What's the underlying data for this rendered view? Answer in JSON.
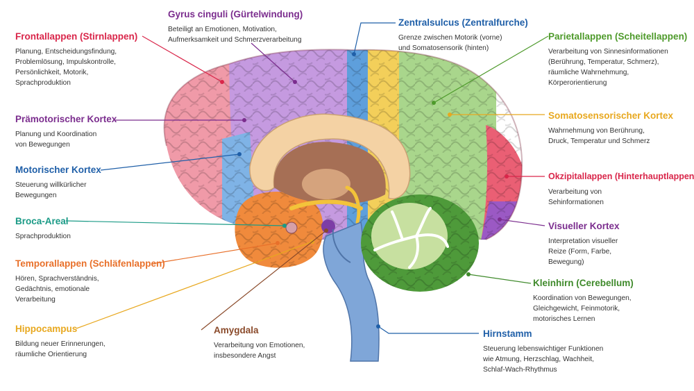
{
  "labels": {
    "frontal": {
      "title": "Frontallappen (Stirnlappen)",
      "desc": "Planung, Entscheidungsfindung,\nProblemlösung, Impulskontrolle,\nPersönlichkeit, Motorik,\nSprachproduktion",
      "color": "#d9264a"
    },
    "cingulate": {
      "title": "Gyrus cinguli (Gürtelwindung)",
      "desc": "Beteiligt an Emotionen, Motivation,\nAufmerksamkeit und Schmerzverarbeitung",
      "color": "#7b2d8e"
    },
    "central": {
      "title": "Zentralsulcus (Zentralfurche)",
      "desc": "Grenze zwischen Motorik (vorne)\nund Somatosensorik (hinten)",
      "color": "#1f5fa8"
    },
    "parietal": {
      "title": "Parietallappen (Scheitellappen)",
      "desc": "Verarbeitung von Sinnesinformationen\n(Berührung, Temperatur, Schmerz),\nräumliche Wahrnehmung,\nKörperorientierung",
      "color": "#4e9a2b"
    },
    "premotor": {
      "title": "Prämotorischer Kortex",
      "desc": "Planung und Koordination\nvon Bewegungen",
      "color": "#7b2d8e"
    },
    "somato": {
      "title": "Somatosensorischer Kortex",
      "desc": "Wahrnehmung von Berührung,\nDruck, Temperatur und Schmerz",
      "color": "#e8a81f"
    },
    "motor": {
      "title": "Motorischer Kortex",
      "desc": "Steuerung willkürlicher\nBewegungen",
      "color": "#1f5fa8"
    },
    "occipital": {
      "title": "Okzipitallappen (Hinterhauptlappen)",
      "desc": "Verarbeitung von\nSehinformationen",
      "color": "#d9264a"
    },
    "broca": {
      "title": "Broca-Areal",
      "desc": "Sprachproduktion",
      "color": "#1a9a86"
    },
    "visual": {
      "title": "Visueller Kortex",
      "desc": "Interpretation visueller\nReize (Form, Farbe,\nBewegung)",
      "color": "#7b2d8e"
    },
    "temporal": {
      "title": "Temporallappen (Schläfenlappen)",
      "desc": "Hören, Sprachverständnis,\nGedächtnis, emotionale\nVerarbeitung",
      "color": "#e8702a"
    },
    "cerebellum": {
      "title": "Kleinhirn (Cerebellum)",
      "desc": "Koordination von Bewegungen,\nGleichgewicht, Feinmotorik,\nmotorisches Lernen",
      "color": "#3f8a2b"
    },
    "hippocampus": {
      "title": "Hippocampus",
      "desc": "Bildung neuer Erinnerungen,\nräumliche Orientierung",
      "color": "#e8a81f"
    },
    "amygdala": {
      "title": "Amygdala",
      "desc": "Verarbeitung von Emotionen,\ninsbesondere Angst",
      "color": "#8a4a2a"
    },
    "brainstem": {
      "title": "Hirnstamm",
      "desc": "Steuerung lebenswichtiger Funktionen\nwie Atmung, Herzschlag, Wachheit,\nSchlaf-Wach-Rhythmus",
      "color": "#1f5fa8"
    }
  }
}
